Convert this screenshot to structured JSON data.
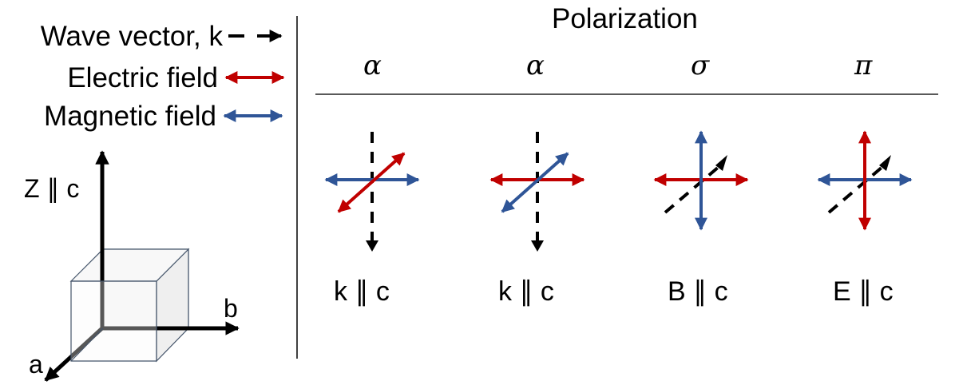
{
  "colors": {
    "electric": "#C00000",
    "magnetic": "#2F5597",
    "wave": "#000000",
    "divider": "#000000",
    "rule": "#595959",
    "cube_edge": "#44546A",
    "cube_fill": "#F2F2F2"
  },
  "legend": {
    "items": [
      {
        "label": "Wave vector, k",
        "icon": "dashed-arrow-icon",
        "color": "#000000"
      },
      {
        "label": "Electric field",
        "icon": "double-arrow-icon",
        "color": "#C00000"
      },
      {
        "label": "Magnetic field",
        "icon": "double-arrow-icon",
        "color": "#2F5597"
      }
    ]
  },
  "axes": {
    "z_label": "Z ∥ c",
    "b_label": "b",
    "a_label": "a"
  },
  "polarization": {
    "title": "Polarization",
    "columns": [
      {
        "symbol": "α",
        "caption": "k ∥ c",
        "k_direction": "down (along c)",
        "E": "diagonal",
        "B": "horizontal"
      },
      {
        "symbol": "α",
        "caption": "k ∥ c",
        "k_direction": "down (along c)",
        "E": "horizontal",
        "B": "diagonal"
      },
      {
        "symbol": "σ",
        "caption": "B ∥ c",
        "k_direction": "diagonal",
        "E": "horizontal",
        "B": "vertical"
      },
      {
        "symbol": "π",
        "caption": "E ∥ c",
        "k_direction": "diagonal",
        "E": "vertical",
        "B": "horizontal"
      }
    ]
  }
}
